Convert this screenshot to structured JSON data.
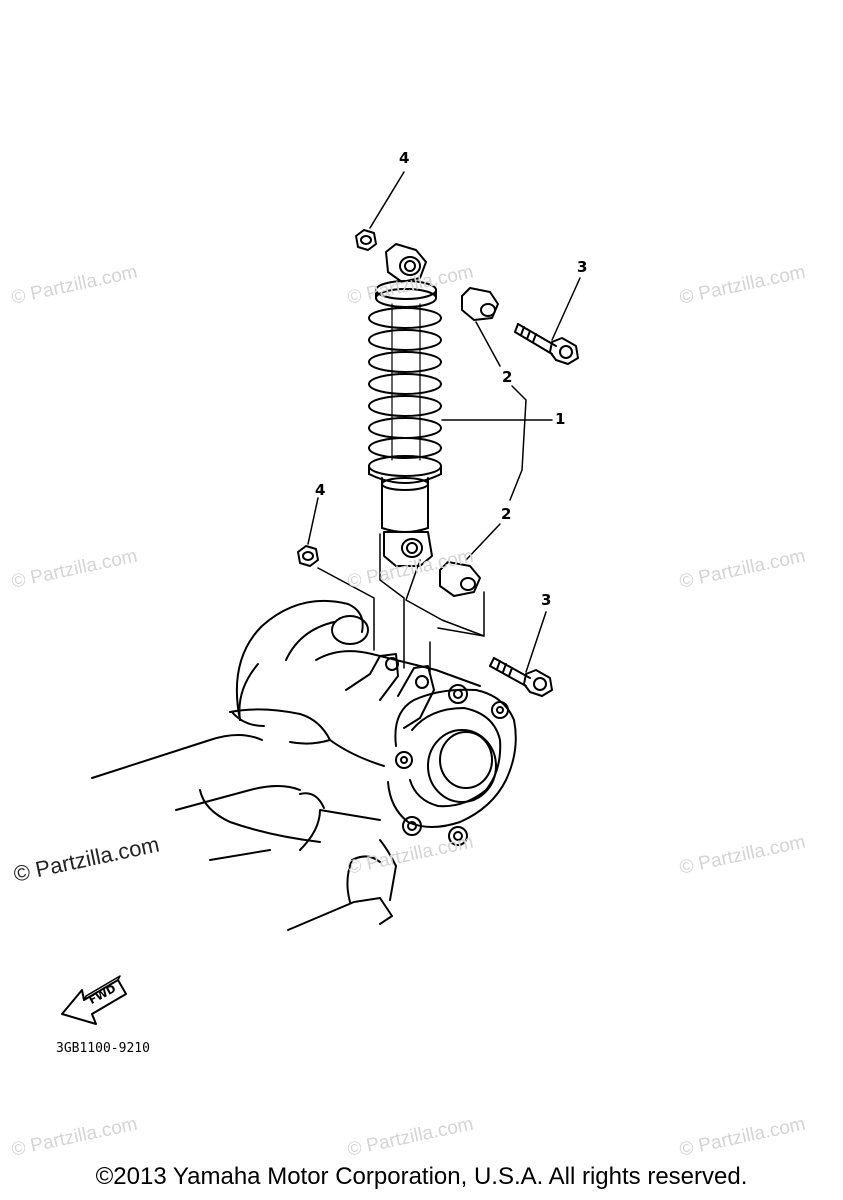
{
  "watermark": {
    "text": "© Partzilla.com",
    "featured_text": "© Partzilla.com"
  },
  "callouts": {
    "shock_absorber": "1",
    "collar_top": "2",
    "collar_bottom": "2",
    "bolt_top": "3",
    "bolt_bottom": "3",
    "nut_top": "4",
    "nut_bottom": "4"
  },
  "fwd_arrow_label": "FWD",
  "diagram_code": "3GB1100-9210",
  "copyright": "©2013 Yamaha Motor Corporation, U.S.A. All rights reserved."
}
